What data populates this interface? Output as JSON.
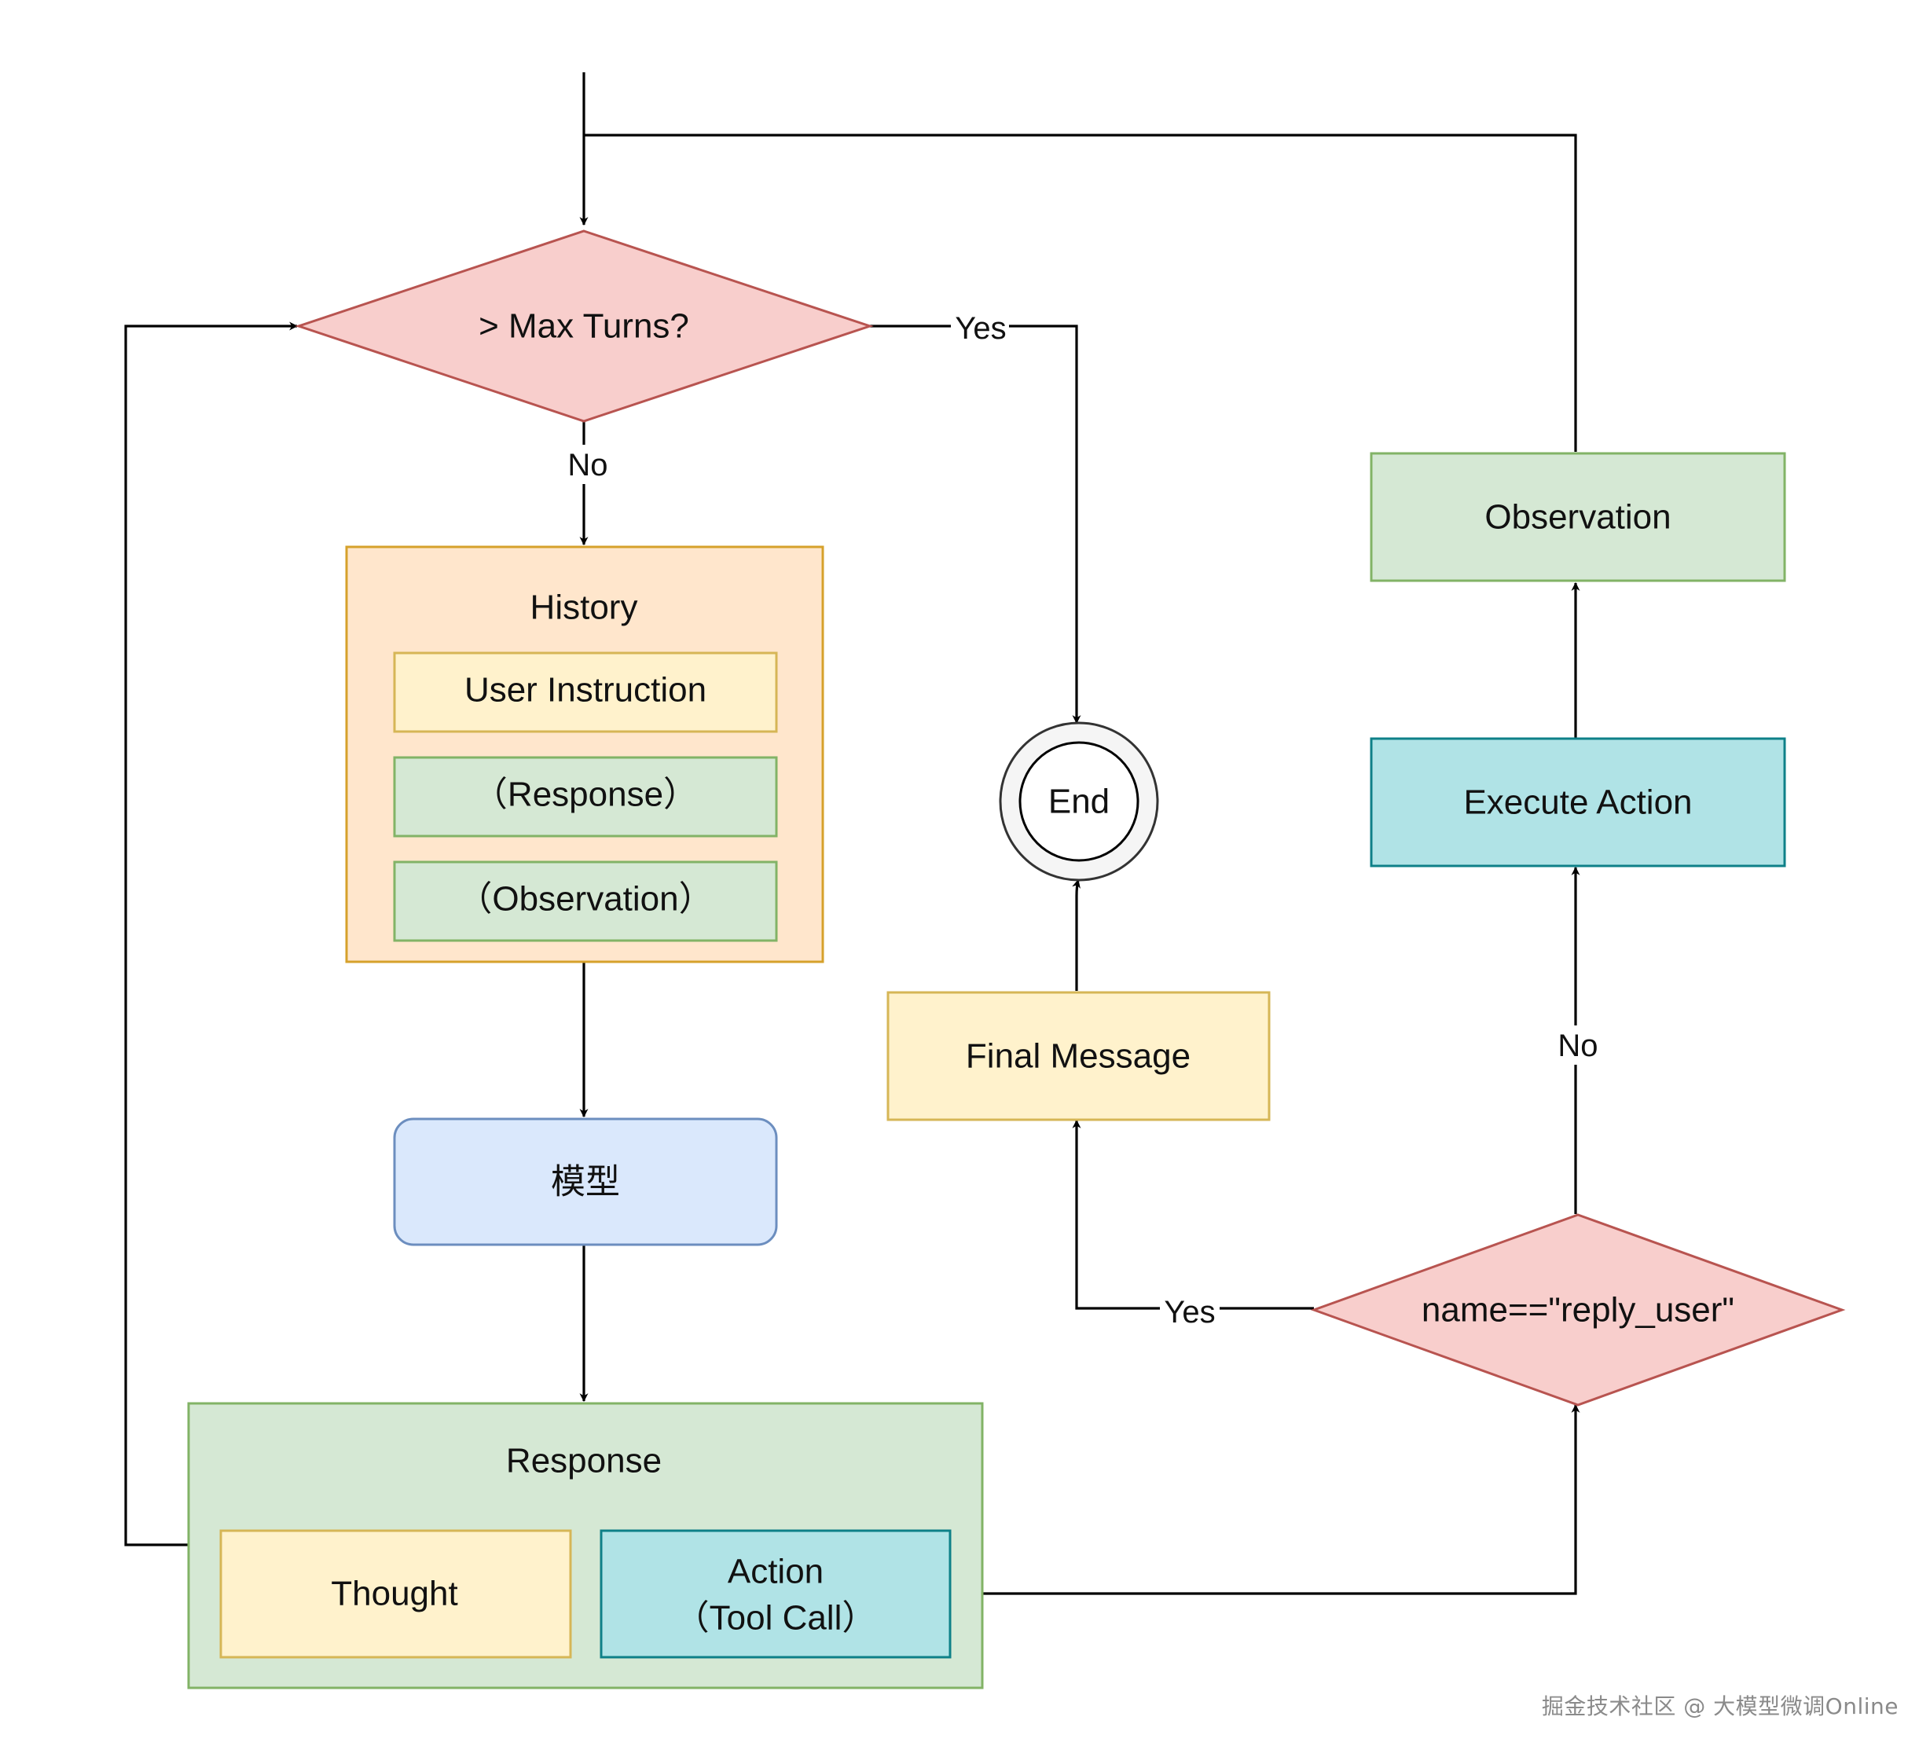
{
  "nodes": {
    "max_turns": "> Max Turns?",
    "history": "History",
    "user_instruction": "User Instruction",
    "history_response": "（Response）",
    "history_observation": "（Observation）",
    "model": "模型",
    "response": "Response",
    "thought": "Thought",
    "action_line1": "Action",
    "action_line2": "（Tool Call）",
    "end": "End",
    "final_message": "Final Message",
    "reply_check": "name==\"reply_user\"",
    "execute_action": "Execute Action",
    "observation": "Observation"
  },
  "edge_labels": {
    "max_yes": "Yes",
    "max_no": "No",
    "reply_yes": "Yes",
    "reply_no": "No"
  },
  "watermark": "掘金技术社区 @ 大模型微调Online",
  "colors": {
    "decision_fill": "#f8cecc",
    "decision_stroke": "#b85450",
    "history_fill": "#ffe6cc",
    "history_stroke": "#d6a12b",
    "yellow_fill": "#fff2cc",
    "yellow_stroke": "#d6b656",
    "green_fill": "#d5e8d4",
    "green_stroke": "#82b366",
    "blue_fill": "#dae8fc",
    "blue_stroke": "#6c8ebf",
    "teal_fill": "#b0e3e6",
    "teal_stroke": "#0e8088",
    "line": "#000000"
  }
}
